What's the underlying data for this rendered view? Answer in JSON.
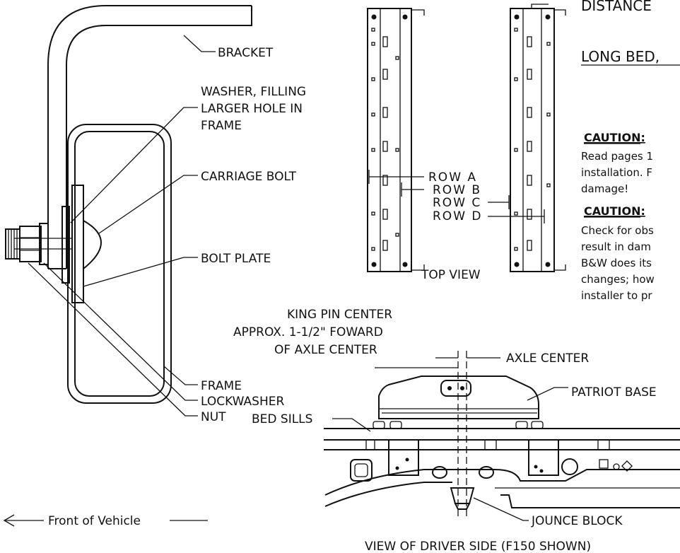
{
  "labels": {
    "bracket": "BRACKET",
    "washer_1": "WASHER, FILLING",
    "washer_2": "LARGER HOLE IN",
    "washer_3": "FRAME",
    "carriage_bolt": "CARRIAGE BOLT",
    "bolt_plate": "BOLT PLATE",
    "frame": "FRAME",
    "lockwasher": "LOCKWASHER",
    "nut": "NUT",
    "front_of_vehicle": "Front of Vehicle",
    "row_a": "ROW A",
    "row_b": "ROW B",
    "row_c": "ROW C",
    "row_d": "ROW D",
    "top_view": "TOP VIEW",
    "distance": "DISTANCE",
    "long_bed": "LONG BED,",
    "king_pin_1": "KING PIN CENTER",
    "king_pin_2": "APPROX. 1-1/2\" FOWARD",
    "king_pin_3": "OF AXLE CENTER",
    "axle_center": "AXLE CENTER",
    "patriot_base": "PATRIOT BASE",
    "bed_sills": "BED SILLS",
    "jounce_block": "JOUNCE BLOCK",
    "view_caption": "VIEW OF DRIVER SIDE (F150 SHOWN)"
  },
  "caution": {
    "title1": "CAUTION:",
    "text1_1": "Read pages 1",
    "text1_2": "installation. F",
    "text1_3": "damage!",
    "title2": "CAUTION:",
    "text2_1": "Check for obs",
    "text2_2": "result in dam",
    "text2_3": "B&W does its",
    "text2_4": "changes; how",
    "text2_5": "installer to pr"
  }
}
